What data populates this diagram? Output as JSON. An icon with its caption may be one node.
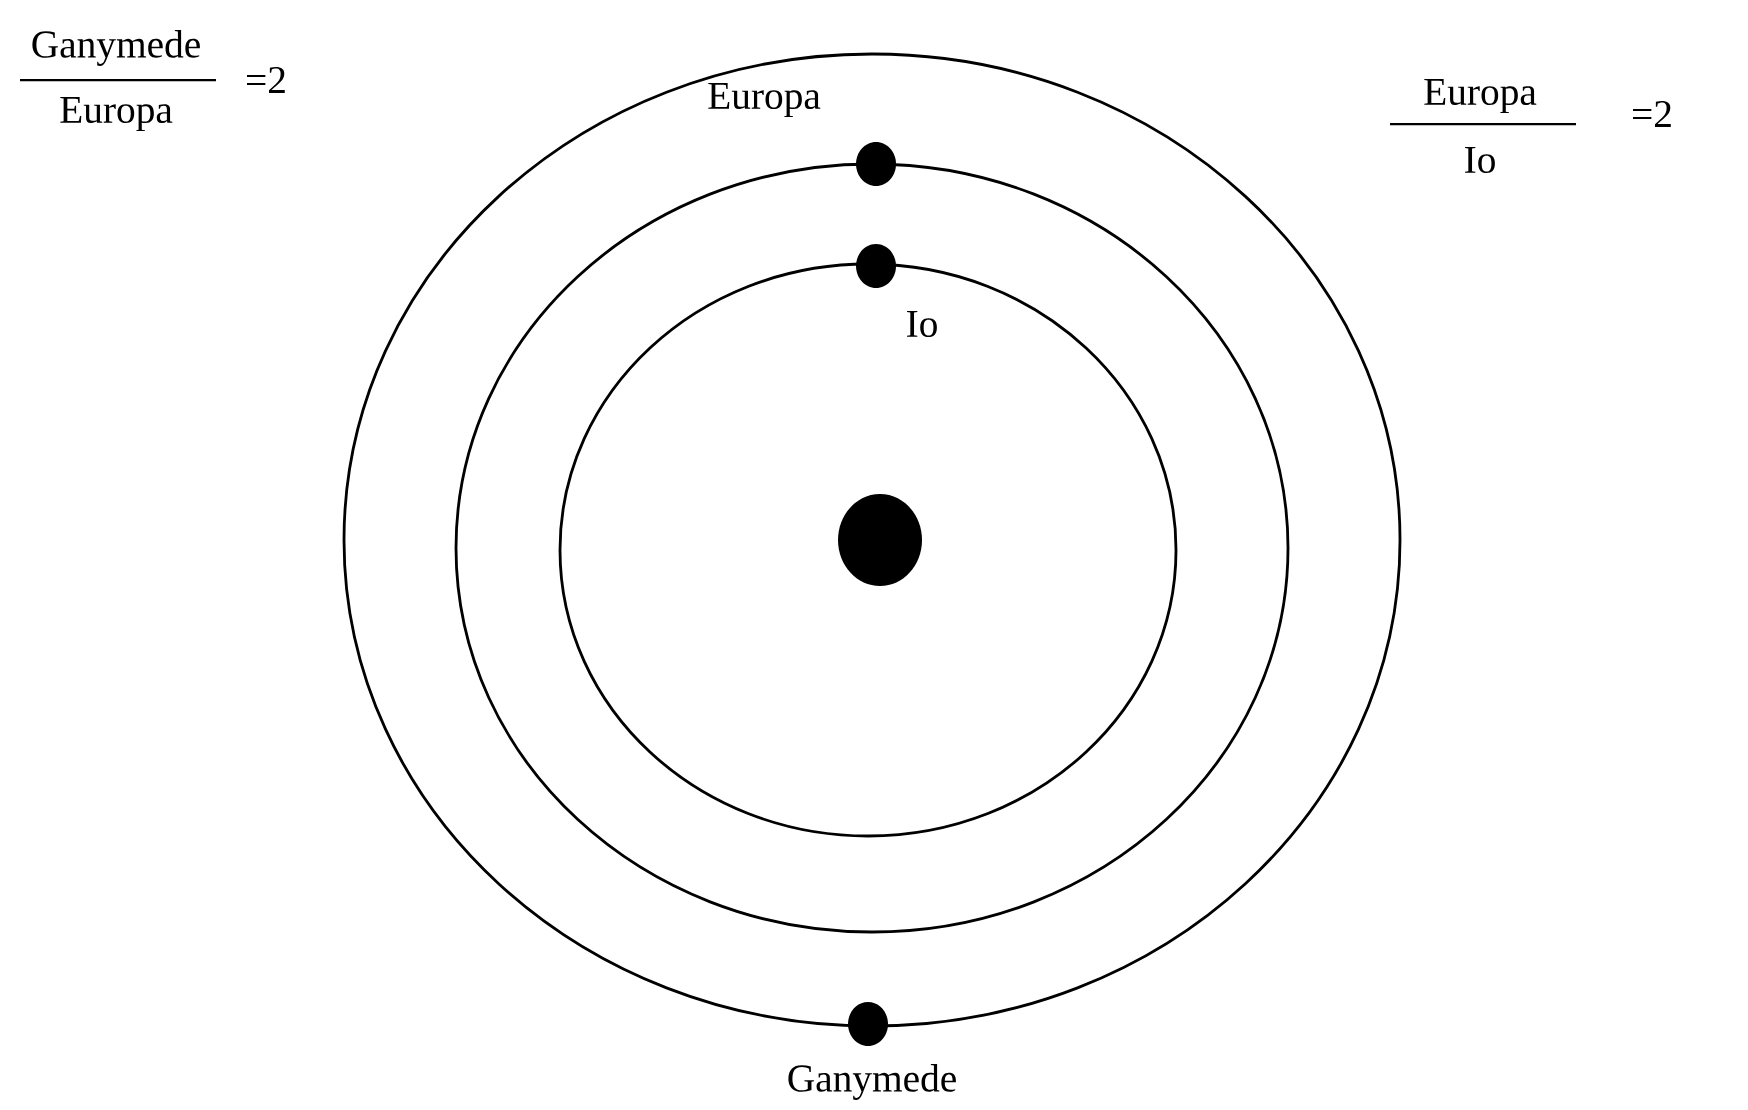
{
  "diagram": {
    "nodes": [
      {
        "text": [],
        "shape": "circle",
        "beside": [
          "Europa"
        ]
      },
      {
        "text": [],
        "shape": "circle",
        "beside": [
          "Io"
        ]
      },
      {
        "text": [],
        "shape": "circle"
      },
      {
        "text": [],
        "shape": "circle",
        "beside": [
          "Ganymede"
        ]
      }
    ],
    "edges": [],
    "labels": [
      "Ganymede",
      "Europa",
      "=2",
      "Europa",
      "Io",
      "=2"
    ]
  }
}
